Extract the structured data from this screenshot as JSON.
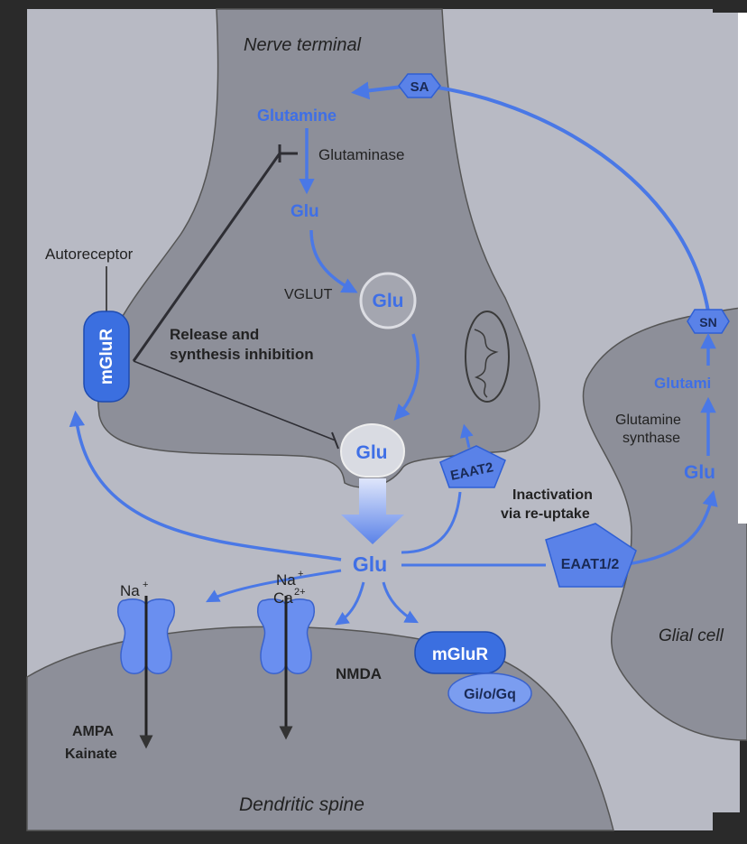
{
  "labels": {
    "nerve_terminal": "Nerve terminal",
    "sa": "SA",
    "glutamine_top": "Glutamine",
    "glutaminase": "Glutaminase",
    "glu_1": "Glu",
    "autoreceptor": "Autoreceptor",
    "vglut": "VGLUT",
    "glu_vesicle": "Glu",
    "mglur_auto": "mGluR",
    "release_line1": "Release and",
    "release_line2": "synthesis inhibition",
    "glu_release": "Glu",
    "eaat2": "EAAT2",
    "inactivation_line1": "Inactivation",
    "inactivation_line2": "via re-uptake",
    "sn": "SN",
    "glutamine_glial": "Glutami",
    "glutamine_synthase_line1": "Glutamine",
    "glutamine_synthase_line2": "synthase",
    "glu_glial": "Glu",
    "glu_cleft": "Glu",
    "eaat12": "EAAT1/2",
    "na_left": "Na",
    "na_mid": "Na",
    "ca_mid": "Ca",
    "plus": "+",
    "twoplus": "2+",
    "nmda": "NMDA",
    "mglur_post": "mGluR",
    "gi_o_gq": "Gi/o/Gq",
    "ampa": "AMPA",
    "kainate": "Kainate",
    "glial_cell": "Glial cell",
    "dendritic_spine": "Dendritic spine"
  },
  "colors": {
    "paper": "#b8bac4",
    "cell_fill": "#8d8f99",
    "cell_fill_light": "#9a9ca6",
    "blue": "#4a78e6",
    "blue_dark": "#2f5fd4",
    "blue_light": "#7b9df0",
    "ink": "#222222"
  }
}
